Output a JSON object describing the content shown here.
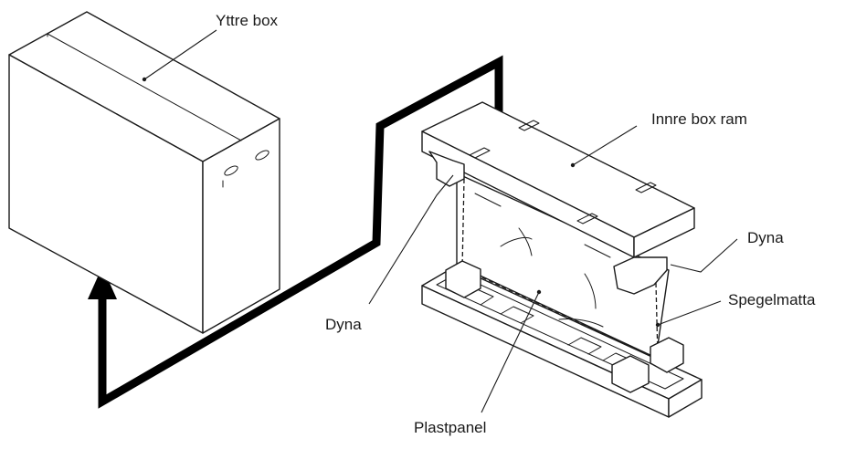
{
  "labels": {
    "outer_box": "Yttre box",
    "inner_frame": "Innre box ram",
    "cushion_left": "Dyna",
    "cushion_right": "Dyna",
    "mirror_mat": "Spegelmatta",
    "plastic_panel": "Plastpanel"
  },
  "colors": {
    "line": "#1a1a1a",
    "arrow": "#000000",
    "background": "#ffffff"
  },
  "icons": {
    "arrow": "thick-return-arrow-icon",
    "outer_box": "cardboard-box-icon",
    "inner_assembly": "panel-packaging-assembly-icon"
  }
}
